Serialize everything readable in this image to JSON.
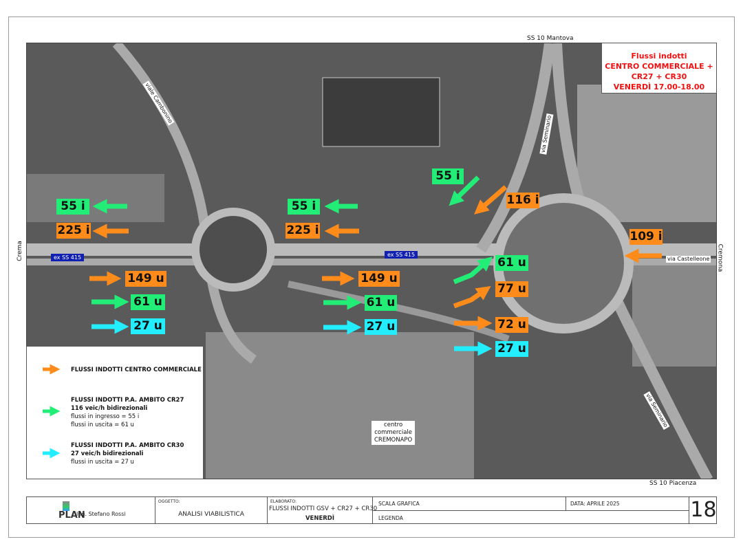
{
  "title_box": {
    "line1": "Flussi indotti",
    "line2": "CENTRO COMMERCIALE +",
    "line3": "CR27 + CR30",
    "line4": "VENERDÌ 17.00-18.00"
  },
  "directions": {
    "north": "SS 10 Mantova",
    "south": "SS 10 Piacenza",
    "west": "Crema",
    "east": "Cremona"
  },
  "roads": {
    "ex_ss415_a": "ex SS 415",
    "ex_ss415_b": "ex SS 415",
    "via_seminario_a": "via Seminario",
    "via_seminario_b": "via Seminario",
    "via_castelleone": "via Castelleone",
    "viale_cambonino": "viale Cambonino"
  },
  "centro": {
    "l1": "centro",
    "l2": "commerciale",
    "l3": "CREMONAPO"
  },
  "flows": [
    {
      "text": "55 i",
      "type": "CR27"
    },
    {
      "text": "225 i",
      "type": "centro commerciale"
    },
    {
      "text": "55 i",
      "type": "CR27"
    },
    {
      "text": "225 i",
      "type": "centro commerciale"
    },
    {
      "text": "55 i",
      "type": "CR27"
    },
    {
      "text": "116 i",
      "type": "centro commerciale"
    },
    {
      "text": "109 i",
      "type": "centro commerciale"
    },
    {
      "text": "149 u",
      "type": "centro commerciale"
    },
    {
      "text": "61 u",
      "type": "CR27"
    },
    {
      "text": "27 u",
      "type": "CR30"
    },
    {
      "text": "149 u",
      "type": "centro commerciale"
    },
    {
      "text": "61 u",
      "type": "CR27"
    },
    {
      "text": "27 u",
      "type": "CR30"
    },
    {
      "text": "61 u",
      "type": "CR27"
    },
    {
      "text": "77 u",
      "type": "centro commerciale"
    },
    {
      "text": "72 u",
      "type": "centro commerciale"
    },
    {
      "text": "27 u",
      "type": "CR30"
    }
  ],
  "colors": {
    "orange": "#ff8c1a",
    "green": "#22ee77",
    "cyan": "#22eeff",
    "title_red": "#f01010"
  },
  "legend": {
    "item1": {
      "title": "FLUSSI INDOTTI CENTRO COMMERCIALE"
    },
    "item2": {
      "title": "FLUSSI INDOTTI P.A. AMBITO CR27",
      "sub": "116 veic/h bidirezionali",
      "l1": "flussi in ingresso = 55 i",
      "l2": "flussi in uscita = 61 u"
    },
    "item3": {
      "title": "FLUSSI INDOTTI P.A. AMBITO CR30",
      "sub": "27 veic/h bidirezionali",
      "l1": "flussi in uscita = 27 u"
    }
  },
  "footer": {
    "logo": "PLAN",
    "author": "Ing. Stefano Rossi",
    "oggetto_label": "OGGETTO:",
    "oggetto": "ANALISI VIABILISTICA",
    "elaborato_label": "ELABORATO:",
    "elaborato": "FLUSSI INDOTTI GSV + CR27 + CR30",
    "elaborato_day": "VENERDÌ",
    "scala": "SCALA GRAFICA",
    "legenda": "LEGENDA",
    "data": "DATA: APRILE 2025",
    "sheet": "18"
  }
}
